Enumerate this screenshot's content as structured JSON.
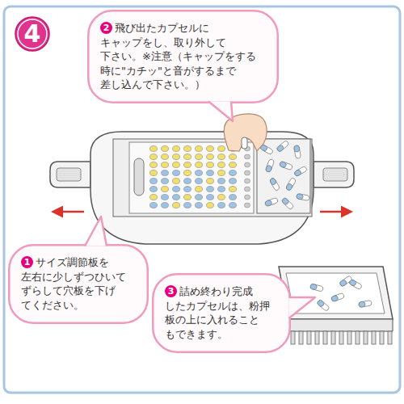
{
  "diagram": {
    "nodes": [
      {
        "text": [
          "4"
        ]
      },
      {
        "text": [
          "2",
          "飛び出たカプセルに キャップをし、取り外して 下さい。※注意（キャップをする 時に\"カチッ\"と音がするまで 差し込んで下さい。）"
        ]
      },
      {
        "text": [
          "1",
          "サイズ調節板を 左右に少しずつひいて ずらして穴板を下げ てください。"
        ]
      },
      {
        "text": [
          "3",
          "詰め終わり完成 したカプセルは、粉押 板の上に入れること もできます。"
        ]
      }
    ]
  }
}
